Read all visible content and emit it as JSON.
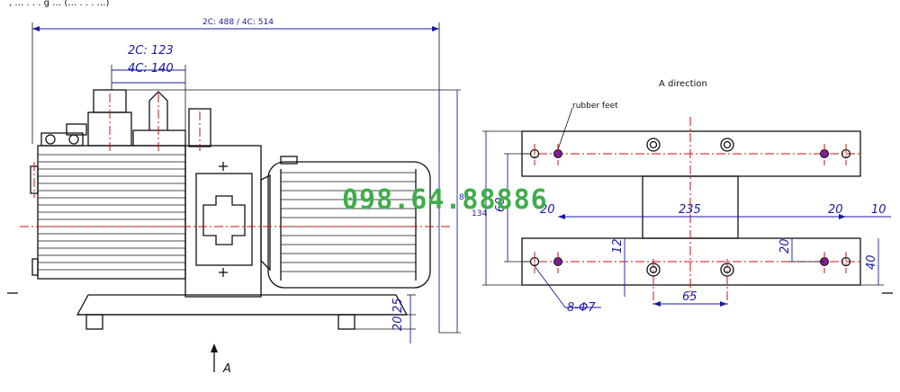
{
  "header_fragment": ", … . . . g … (… . . . …)",
  "dimensions": {
    "overall_length": "2C: 488 / 4C: 514",
    "inlet_2c": "2C: 123",
    "inlet_4c": "4C: 140",
    "height_partial": "86",
    "height_total": "134",
    "base_h1": "25",
    "base_h2": "20",
    "side_height": "60",
    "span_235": "235",
    "edge_20_left": "20",
    "edge_20_right": "20",
    "edge_10": "10",
    "inner_12": "12",
    "inner_20": "20",
    "foot_40": "40",
    "hole_spacing": "65",
    "holes": "8-Φ7"
  },
  "labels": {
    "view_a_title": "A direction",
    "rubber_feet": "rubber feet",
    "view_arrow": "A"
  },
  "watermark": {
    "phone": "098.64.88886",
    "color": "#3fae4a"
  },
  "colors": {
    "line": "#111111",
    "dimension": "#1a1aa6",
    "centerline": "#cc1111",
    "feet": "#7a1fa0"
  }
}
